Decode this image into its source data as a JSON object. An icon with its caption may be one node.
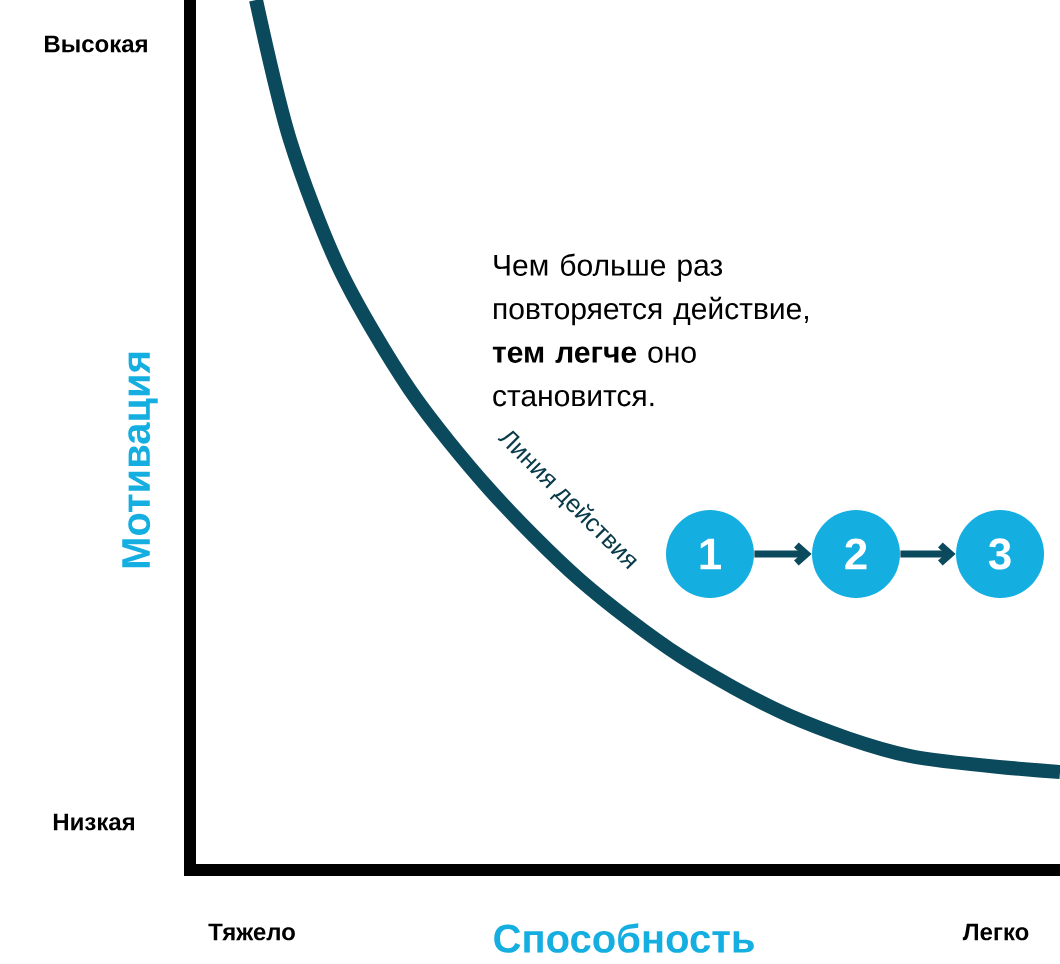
{
  "diagram": {
    "nodes": [
      {
        "text": [
          "1"
        ]
      },
      {
        "text": [
          "2"
        ]
      },
      {
        "text": [
          "3"
        ]
      }
    ],
    "edges": [
      {
        "from": 0,
        "to": 1,
        "arrow": "to"
      },
      {
        "from": 1,
        "to": 2,
        "arrow": "to"
      }
    ],
    "labels": [
      "Высокая",
      "Низкая",
      "Мотивация",
      "Тяжело",
      "Способность",
      "Легко",
      "Чем больше раз повторяется действие, **тем легче** оно становится.",
      "Линия действия"
    ]
  }
}
